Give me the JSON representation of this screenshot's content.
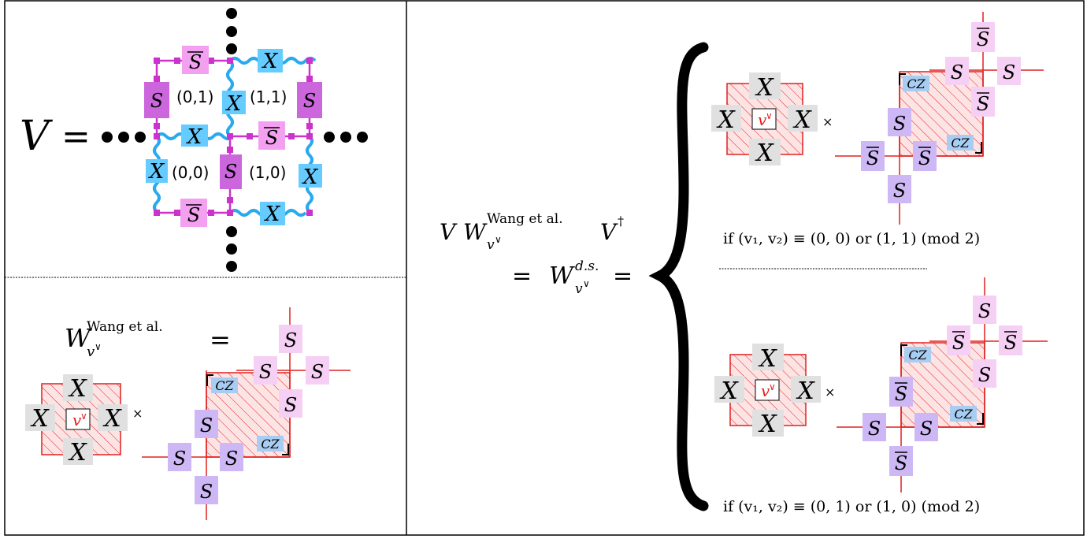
{
  "colors": {
    "pink": "#f3a0f0",
    "magenta": "#cc33cc",
    "blue": "#66ccff",
    "wavy": "#29aaee",
    "red": "#e02020",
    "lavender": "#cdb8f5",
    "lightpink": "#f6d0f4",
    "gray": "#e0e0e0",
    "czblue": "#a8cdf2"
  },
  "topleft": {
    "V": "V",
    "equals": "=",
    "cells": [
      "(0,1)",
      "(1,1)",
      "(0,0)",
      "(1,0)"
    ],
    "ops": {
      "X": "X",
      "S": "S",
      "Sbar": "S"
    }
  },
  "bottomleft": {
    "W": "W",
    "sup": "Wang et al.",
    "sub": "v",
    "subsup": "∨",
    "equals": "=",
    "vv": "v",
    "times": "×",
    "X": "X",
    "S": "S",
    "CZ": "CZ"
  },
  "right": {
    "line1_V": "V",
    "line1_W": "W",
    "line1_sup": "Wang et al.",
    "line1_sub": "v",
    "line1_subsup": "∨",
    "line1_Vd": "V",
    "dagger": "†",
    "line2_eq": "=",
    "line2_W": "W",
    "line2_sup": "d.s.",
    "line2_sub": "v",
    "line2_subsup": "∨",
    "line2_eq2": "=",
    "cond_top": "if (v₁, v₂) ≡ (0, 0) or (1, 1)  (mod 2)",
    "cond_bottom": "if (v₁, v₂) ≡ (0, 1) or (1, 0)  (mod 2)"
  }
}
